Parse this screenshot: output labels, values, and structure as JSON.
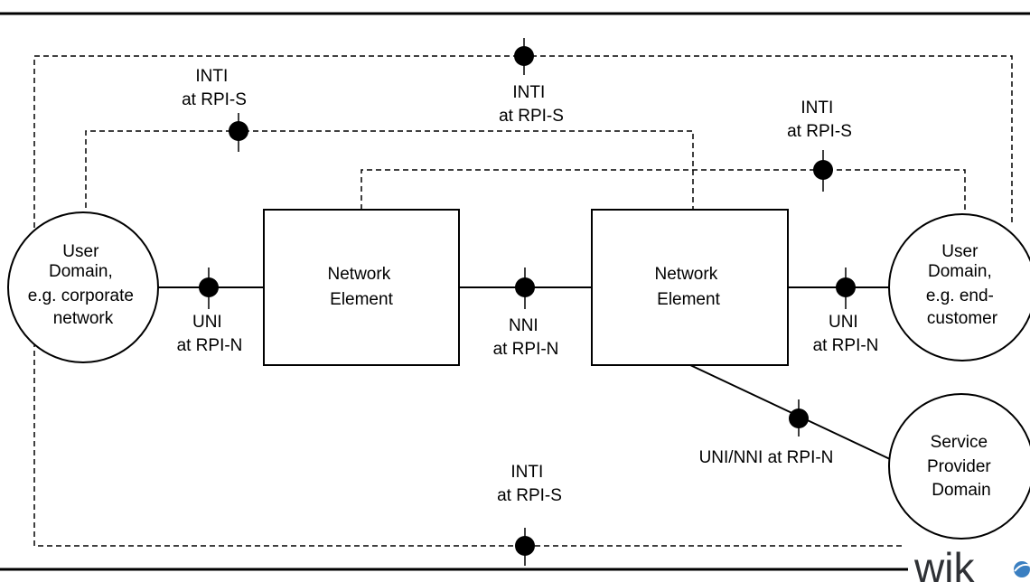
{
  "labels": {
    "inti_top": [
      "INTI",
      "at RPI-S"
    ],
    "inti_mid": [
      "INTI",
      "at RPI-S"
    ],
    "inti_right": [
      "INTI",
      "at RPI-S"
    ],
    "inti_bottom": [
      "INTI",
      "at RPI-S"
    ],
    "uni_left": [
      "UNI",
      "at RPI-N"
    ],
    "nni": [
      "NNI",
      "at RPI-N"
    ],
    "uni_right": [
      "UNI",
      "at RPI-N"
    ],
    "uni_nni": "UNI/NNI at RPI-N"
  },
  "nodes": {
    "user_left": [
      "User",
      "Domain,",
      "e.g. corporate",
      "network"
    ],
    "ne_left": [
      "Network",
      "Element"
    ],
    "ne_right": [
      "Network",
      "Element"
    ],
    "user_right": [
      "User",
      "Domain,",
      "e.g. end-",
      "customer"
    ],
    "sp": [
      "Service",
      "Provider",
      "Domain"
    ]
  },
  "logo": {
    "text": "wik",
    "accent_color": "#3a7fc1"
  }
}
